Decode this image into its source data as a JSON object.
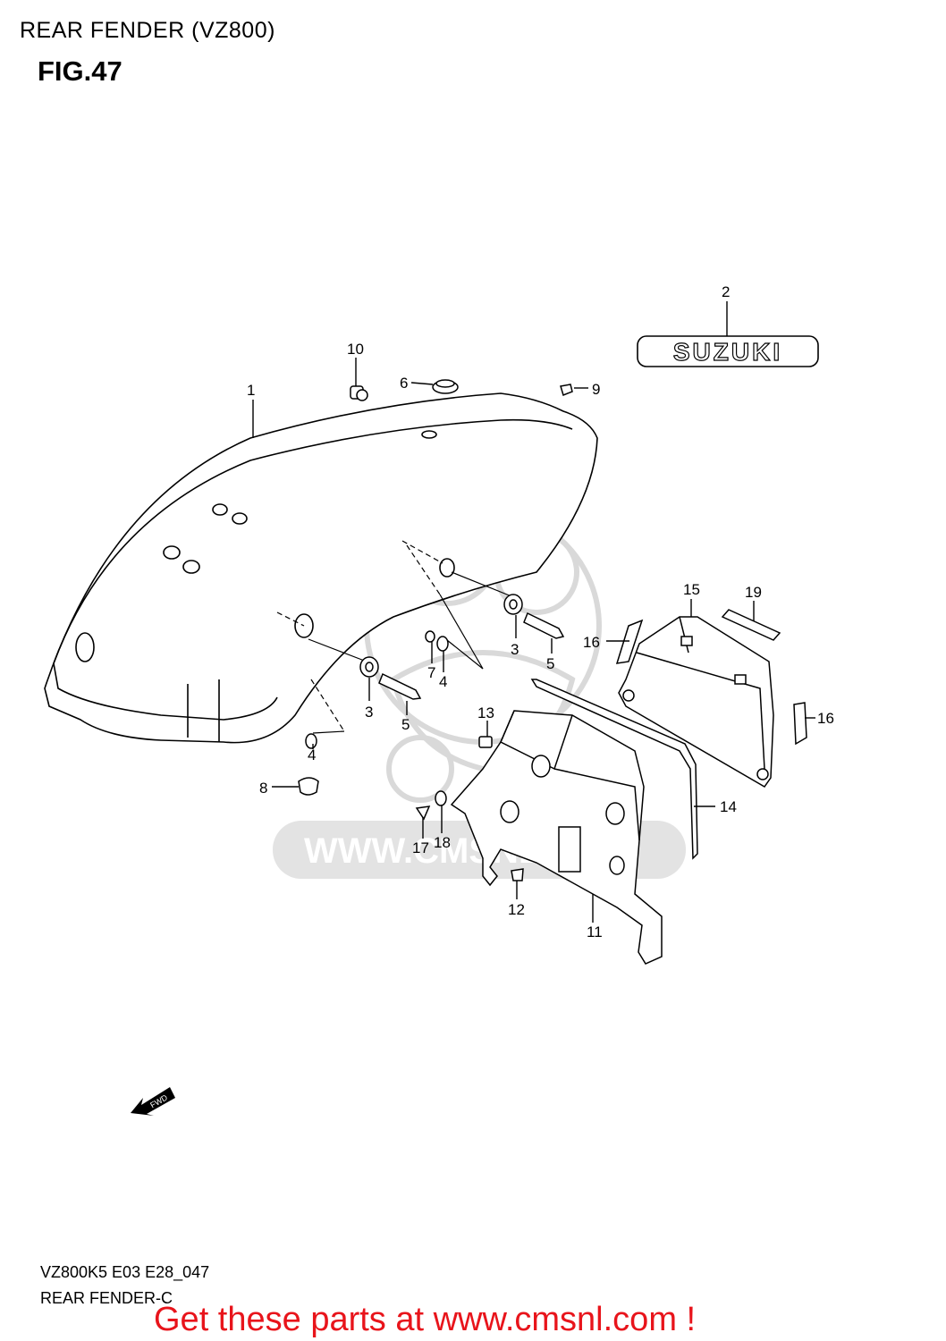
{
  "header": {
    "title": "REAR FENDER (VZ800)",
    "figure": "FIG.47"
  },
  "diagram": {
    "emblem_text": "SUZUKI",
    "fwd_text": "FWD",
    "watermark_text": "WWW.CMSNL.COM",
    "callouts": [
      {
        "id": "c1",
        "label": "1"
      },
      {
        "id": "c2",
        "label": "2"
      },
      {
        "id": "c3a",
        "label": "3"
      },
      {
        "id": "c3b",
        "label": "3"
      },
      {
        "id": "c4a",
        "label": "4"
      },
      {
        "id": "c4b",
        "label": "4"
      },
      {
        "id": "c5a",
        "label": "5"
      },
      {
        "id": "c5b",
        "label": "5"
      },
      {
        "id": "c6",
        "label": "6"
      },
      {
        "id": "c7",
        "label": "7"
      },
      {
        "id": "c8",
        "label": "8"
      },
      {
        "id": "c9",
        "label": "9"
      },
      {
        "id": "c10",
        "label": "10"
      },
      {
        "id": "c11",
        "label": "11"
      },
      {
        "id": "c12",
        "label": "12"
      },
      {
        "id": "c13",
        "label": "13"
      },
      {
        "id": "c14",
        "label": "14"
      },
      {
        "id": "c15",
        "label": "15"
      },
      {
        "id": "c16a",
        "label": "16"
      },
      {
        "id": "c16b",
        "label": "16"
      },
      {
        "id": "c17",
        "label": "17"
      },
      {
        "id": "c18",
        "label": "18"
      },
      {
        "id": "c19",
        "label": "19"
      }
    ]
  },
  "footer": {
    "code": "VZ800K5 E03 E28_047",
    "caption": "REAR FENDER-C",
    "promo": "Get these parts at www.cmsnl.com !"
  },
  "colors": {
    "promo": "#e8141b",
    "watermark": "#d9d9d9",
    "line": "#000000"
  }
}
